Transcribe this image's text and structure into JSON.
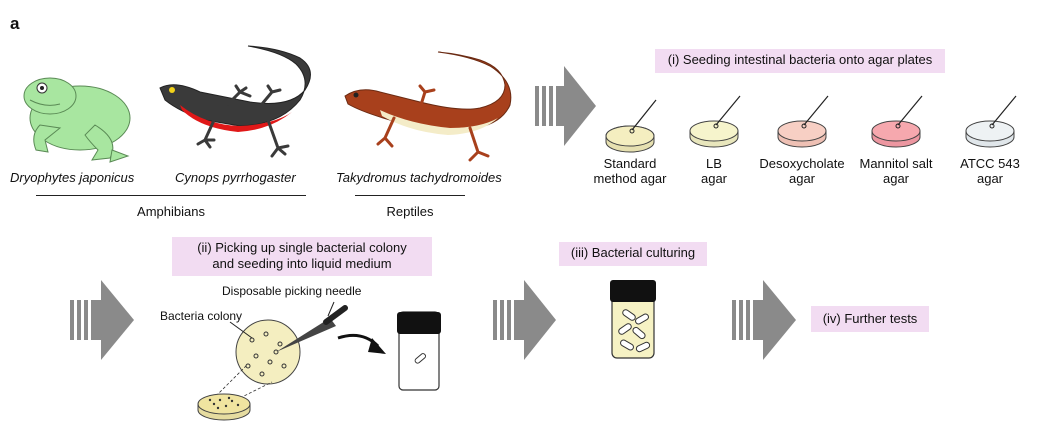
{
  "panel_label": "a",
  "animals": {
    "species": [
      "Dryophytes japonicus",
      "Cynops pyrrhogaster",
      "Takydromus tachydromoides"
    ],
    "groups": [
      "Amphibians",
      "Reptiles"
    ]
  },
  "steps": {
    "seeding": "(i) Seeding intestinal bacteria onto agar plates",
    "picking_line1": "(ii) Picking up single bacterial colony",
    "picking_line2": "and seeding into liquid medium",
    "culturing": "(iii) Bacterial culturing",
    "further": "(iv) Further tests"
  },
  "plates": [
    {
      "line1": "Standard",
      "line2": "method agar",
      "color": "#f4eec0"
    },
    {
      "line1": "LB",
      "line2": "agar",
      "color": "#f6f4cc"
    },
    {
      "line1": "Desoxycholate",
      "line2": "agar",
      "color": "#f7cfc4"
    },
    {
      "line1": "Mannitol salt",
      "line2": "agar",
      "color": "#f6a8ae"
    },
    {
      "line1": "ATCC 543",
      "line2": "agar",
      "color": "#eef2f4"
    }
  ],
  "labels": {
    "picking_needle": "Disposable picking needle",
    "bacteria_colony": "Bacteria colony"
  },
  "colors": {
    "step_box": "#f2dcf2",
    "arrow": "#8a8a8a",
    "frog": "#a8e6a0",
    "newt": "#3a3a3a",
    "newt_belly": "#e01818",
    "lizard": "#a8401c",
    "medium": "#f6f2c4"
  }
}
